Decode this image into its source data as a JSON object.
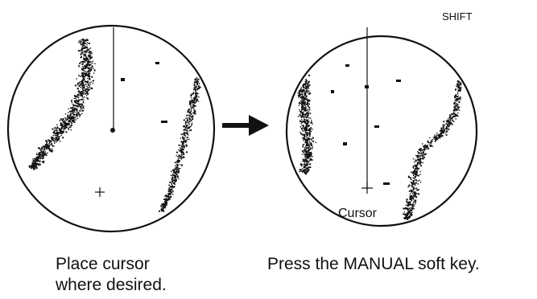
{
  "labels": {
    "shift": "SHIFT",
    "cursor": "Cursor"
  },
  "captions": {
    "left_line1": "Place cursor",
    "left_line2": "where desired.",
    "right": "Press the MANUAL soft key."
  },
  "colors": {
    "ink": "#111111",
    "background": "#ffffff"
  },
  "icons": {
    "cursor_marker": "plus-crosshair",
    "transition": "right-arrow"
  }
}
